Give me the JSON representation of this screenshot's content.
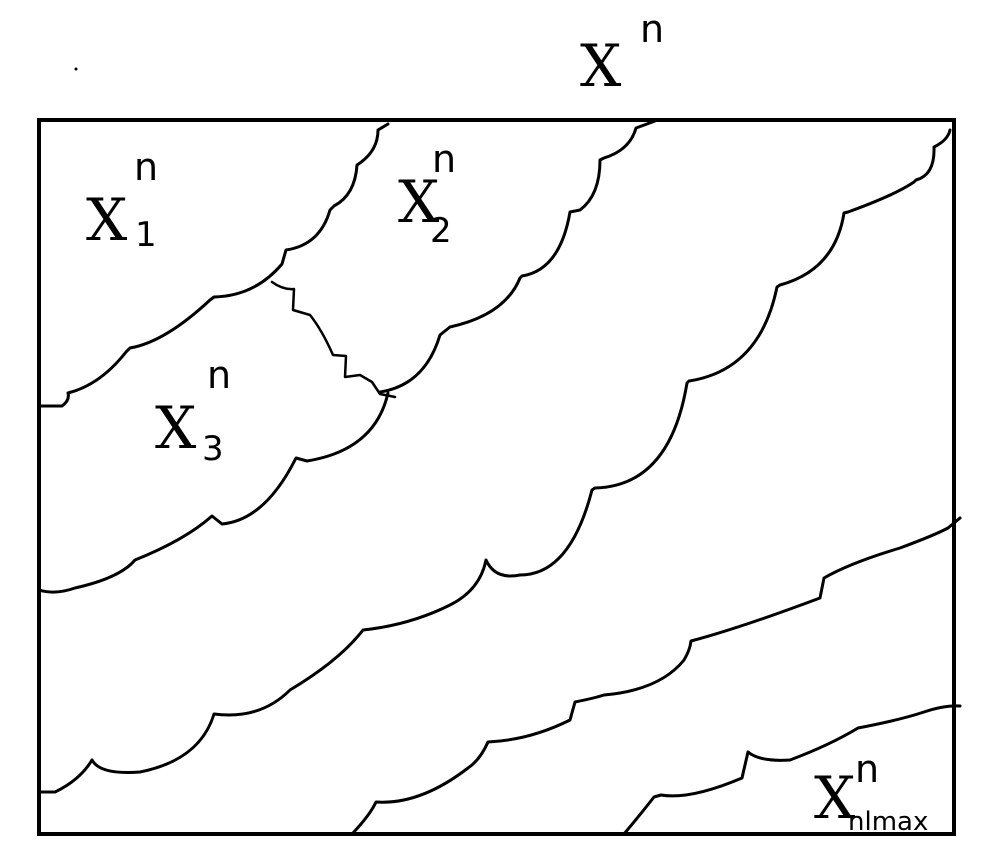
{
  "diagram": {
    "whole_set": {
      "symbol": "X",
      "superscript": "n"
    },
    "regions": [
      {
        "symbol": "X",
        "superscript": "n",
        "subscript": "1"
      },
      {
        "symbol": "X",
        "superscript": "n",
        "subscript": "2"
      },
      {
        "symbol": "X",
        "superscript": "n",
        "subscript": "3"
      },
      {
        "symbol": "X",
        "superscript": "n",
        "subscript": "nlmax"
      }
    ]
  }
}
